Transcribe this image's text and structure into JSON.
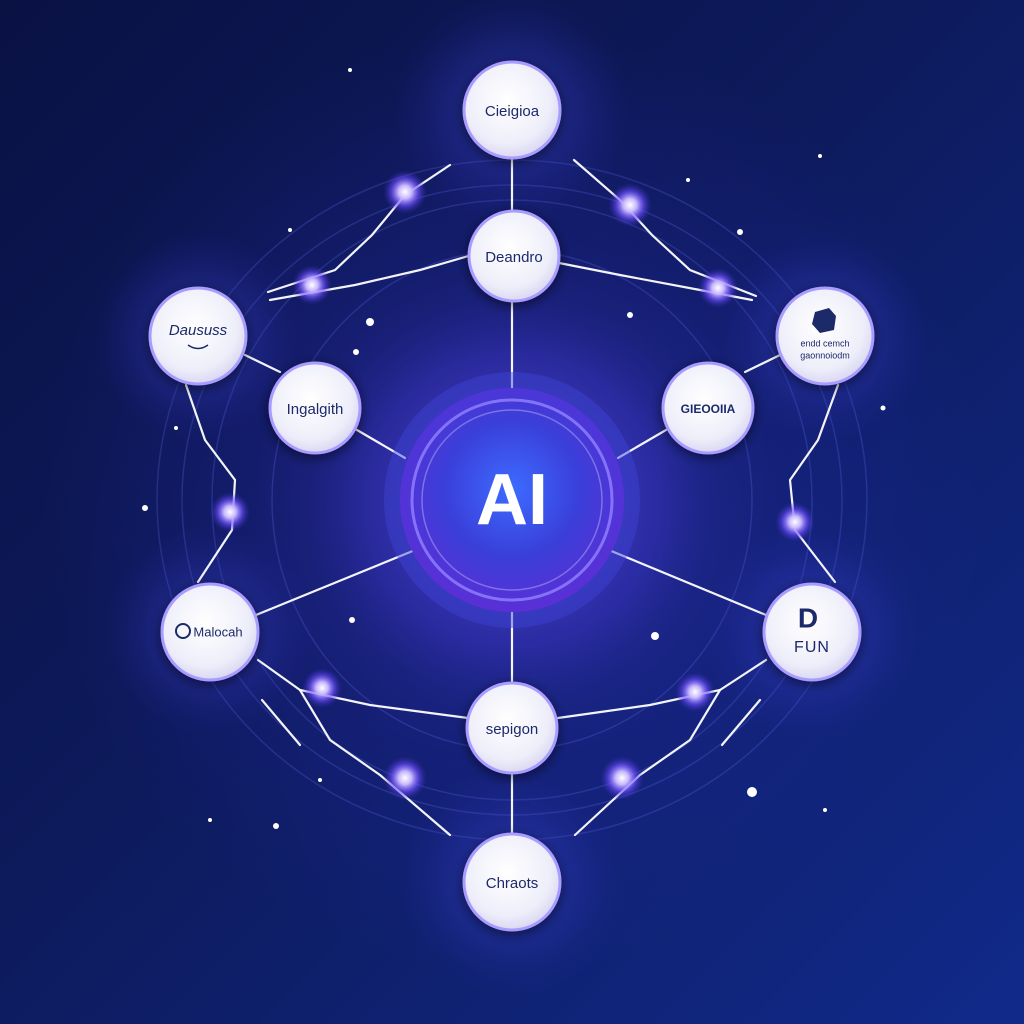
{
  "hub": {
    "label": "AI"
  },
  "nodes": [
    {
      "id": "top",
      "label": "Cieigioa"
    },
    {
      "id": "upper-center",
      "label": "Deandro"
    },
    {
      "id": "upper-left",
      "label": "Daususs"
    },
    {
      "id": "mid-left",
      "label": "Ingalgith"
    },
    {
      "id": "mid-right",
      "label": "GIEOOIIA"
    },
    {
      "id": "upper-right",
      "label_line1": "endd cemch",
      "label_line2": "gaonnoiodm"
    },
    {
      "id": "lower-left",
      "label": "Malocah"
    },
    {
      "id": "lower-right",
      "label_mark": "D",
      "label": "FUN"
    },
    {
      "id": "lower-center",
      "label": "sepigon"
    },
    {
      "id": "bottom",
      "label": "Chraots"
    }
  ],
  "colors": {
    "background": "#0d1a5c",
    "hub_ring": "#5a3cf0",
    "hub_glow": "#8b5cf6",
    "node_fill": "#f2f2fb",
    "node_text": "#1c2a6b",
    "connector": "#ffffff",
    "spark": "#9aa8ff"
  }
}
